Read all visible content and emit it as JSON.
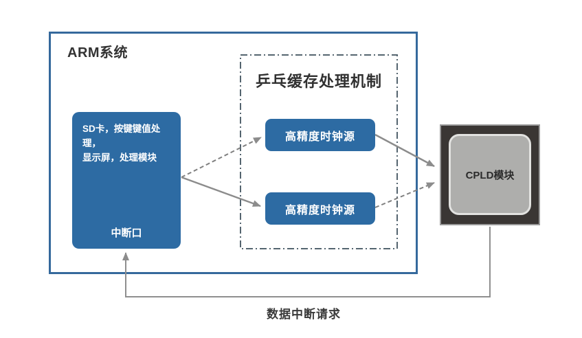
{
  "diagram": {
    "arm_system": {
      "title": "ARM系统",
      "module_box": {
        "desc_line1": "SD卡，按键键值处理，",
        "desc_line2": "显示屏，处理模块",
        "port_label": "中断口"
      }
    },
    "pingpong": {
      "title": "乒乓缓存处理机制",
      "clock_source_1": "高精度时钟源",
      "clock_source_2": "高精度时钟源"
    },
    "cpld": {
      "label": "CPLD模块"
    },
    "feedback_label": "数据中断请求"
  },
  "colors": {
    "accent-blue": "#2d6ba3",
    "arm-border": "#35699c",
    "dash-border": "#54646f",
    "line-gray": "#8c8c8c",
    "chip-dark": "#3a3634",
    "chip-inner": "#aeaeac",
    "chip-border": "#9a9a9a",
    "chip-inner-border": "#e2e2e0",
    "text-dark": "#333333"
  }
}
